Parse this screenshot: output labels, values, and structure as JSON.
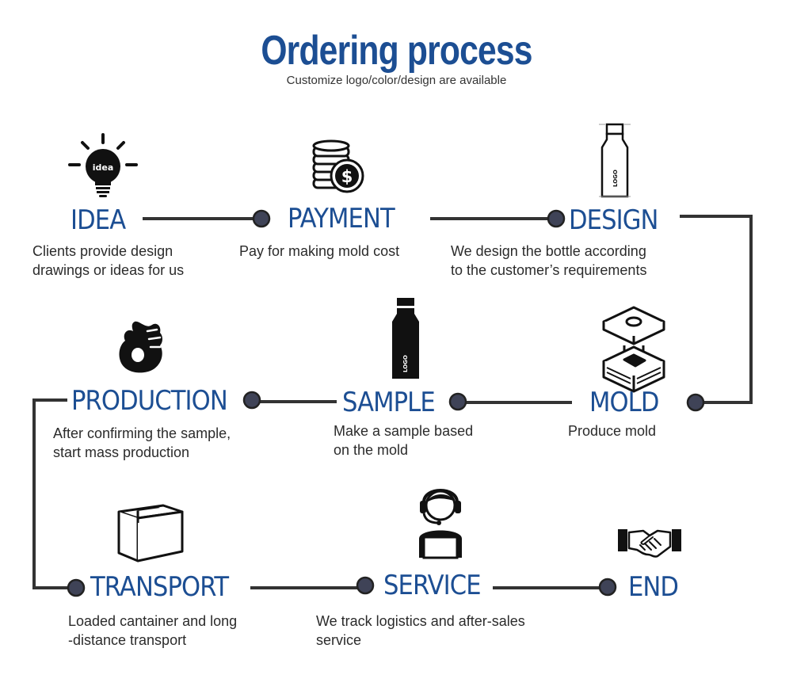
{
  "header": {
    "title": "Ordering process",
    "subtitle": "Customize logo/color/design are available"
  },
  "steps": [
    {
      "label": "IDEA",
      "desc1": "Clients provide design",
      "desc2": "drawings or ideas for us",
      "icon": "lightbulb-icon",
      "icon_text": "idea"
    },
    {
      "label": "PAYMENT",
      "desc1": "Pay for making mold cost",
      "desc2": "",
      "icon": "coins-dollar-icon"
    },
    {
      "label": "DESIGN",
      "desc1": "We design the bottle according",
      "desc2": "to the customer’s requirements",
      "icon": "bottle-outline-icon",
      "icon_text": "LOGO"
    },
    {
      "label": "MOLD",
      "desc1": "Produce mold",
      "desc2": "",
      "icon": "mold-icon"
    },
    {
      "label": "SAMPLE",
      "desc1": "Make a sample based",
      "desc2": "on the mold",
      "icon": "bottle-black-icon",
      "icon_text": "LOGO"
    },
    {
      "label": "PRODUCTION",
      "desc1": "After confirming the sample,",
      "desc2": "start mass production",
      "icon": "ok-hand-icon"
    },
    {
      "label": "TRANSPORT",
      "desc1": "Loaded cantainer and long",
      "desc2": "-distance transport",
      "icon": "box-icon"
    },
    {
      "label": "SERVICE",
      "desc1": "We track logistics and after-sales",
      "desc2": "service",
      "icon": "headset-agent-icon"
    },
    {
      "label": "END",
      "desc1": "",
      "desc2": "",
      "icon": "handshake-icon"
    }
  ],
  "colors": {
    "title": "#1c4e93",
    "label": "#1c4e93",
    "connector": "#333333",
    "node_fill": "#3f4357",
    "text": "#2b2b2b"
  }
}
